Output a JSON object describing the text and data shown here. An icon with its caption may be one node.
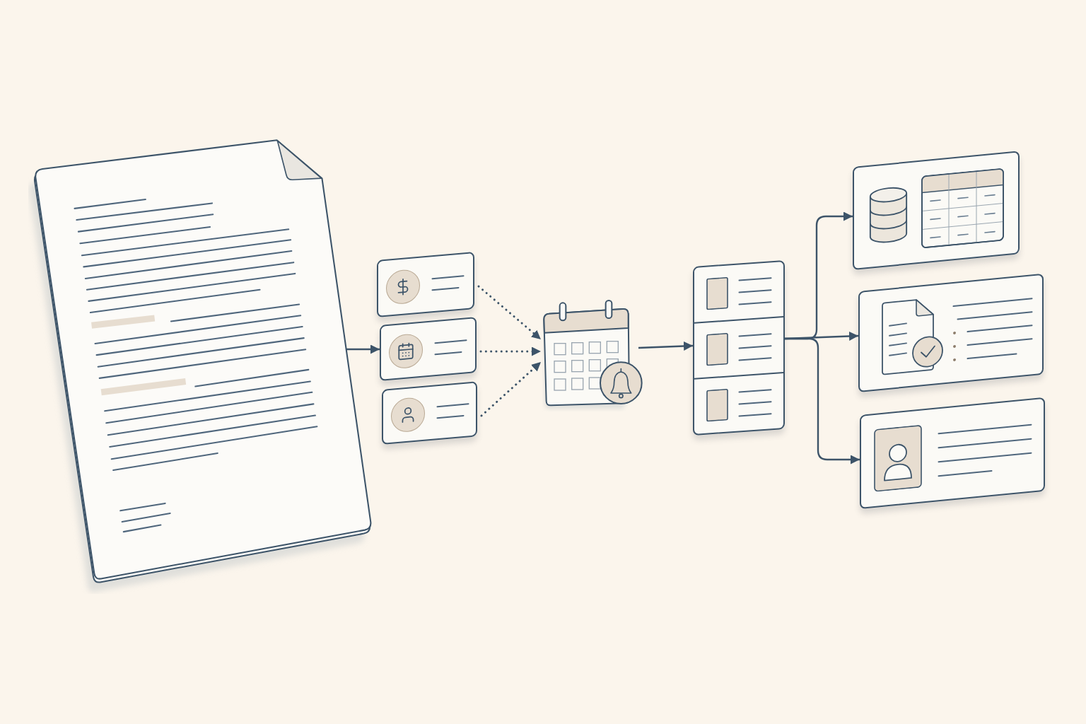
{
  "diagram": {
    "nodes": [
      {
        "text": [],
        "shape": "document"
      },
      {
        "text": [],
        "shape": "box"
      },
      {
        "text": [],
        "shape": "box"
      },
      {
        "text": [],
        "shape": "box"
      },
      {
        "text": [],
        "shape": "picture"
      },
      {
        "text": [],
        "shape": "box"
      },
      {
        "text": [],
        "shape": "box"
      },
      {
        "text": [],
        "shape": "box"
      },
      {
        "text": [],
        "shape": "box"
      }
    ],
    "edges": [
      {
        "from": 0,
        "to": 2,
        "arrow": "to"
      },
      {
        "from": 1,
        "to": 4,
        "arrow": "to",
        "style": "dashed"
      },
      {
        "from": 2,
        "to": 4,
        "arrow": "to",
        "style": "dashed"
      },
      {
        "from": 3,
        "to": 4,
        "arrow": "to",
        "style": "dashed"
      },
      {
        "from": 4,
        "to": 5,
        "arrow": "to"
      },
      {
        "from": 5,
        "to": 6,
        "arrow": "to"
      },
      {
        "from": 5,
        "to": 7,
        "arrow": "to"
      },
      {
        "from": 5,
        "to": 8,
        "arrow": "to"
      }
    ]
  }
}
